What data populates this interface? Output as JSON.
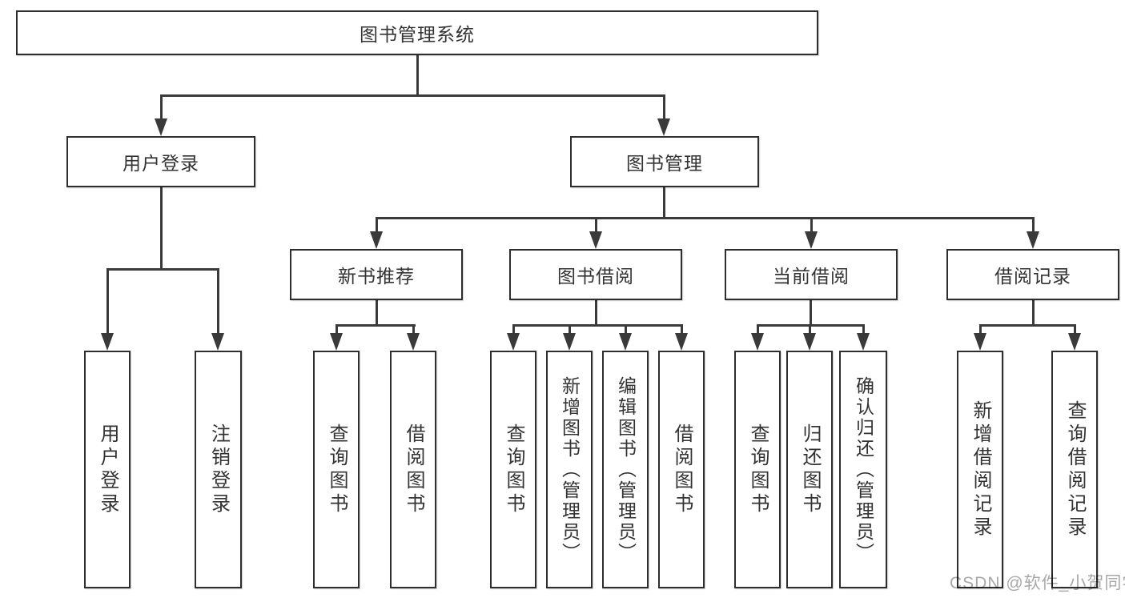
{
  "tree": {
    "root": "图书管理系统",
    "level2": {
      "user_login": "用户登录",
      "book_management": "图书管理"
    },
    "user_login_children": [
      "用户登录",
      "注销登录"
    ],
    "book_management_children": [
      "新书推荐",
      "图书借阅",
      "当前借阅",
      "借阅记录"
    ],
    "new_book_children": [
      "查询图书",
      "借阅图书"
    ],
    "book_borrow_children": [
      "查询图书",
      "新增图书（管理员）",
      "编辑图书（管理员）",
      "借阅图书"
    ],
    "current_borrow_children": [
      "查询图书",
      "归还图书",
      "确认归还（管理员）"
    ],
    "borrow_record_children": [
      "新增借阅记录",
      "查询借阅记录"
    ]
  },
  "watermark": "CSDN @软件_小贺同学",
  "colors": {
    "background": "#ffffff",
    "box_border": "#2e2e2e",
    "line": "#3a3a3a",
    "text": "#333333",
    "watermark": "#a8a8a8"
  }
}
